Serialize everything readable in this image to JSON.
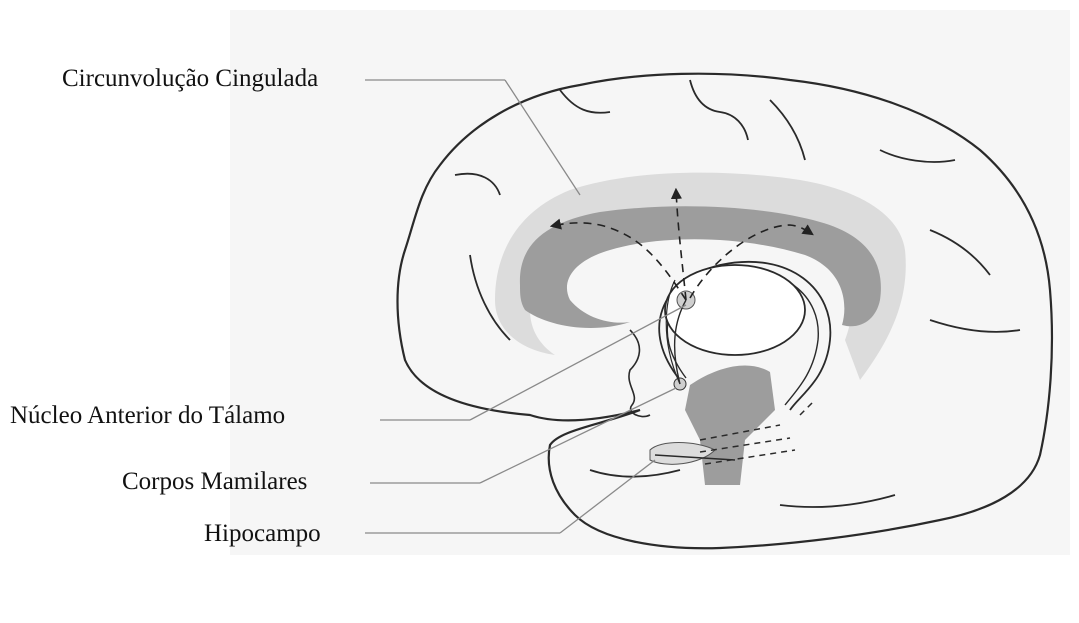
{
  "labels": {
    "cingulate_gyrus": "Circunvolução Cingulada",
    "anterior_thalamic_nucleus": "Núcleo Anterior do Tálamo",
    "mammillary_bodies": "Corpos Mamilares",
    "hippocampus": "Hipocampo"
  },
  "colors": {
    "outline": "#2a2a2a",
    "light_shading": "#dcdcdc",
    "dark_shading": "#9d9d9d",
    "leader_line": "#8a8a8a",
    "background_bleed": "#f6f6f6"
  }
}
